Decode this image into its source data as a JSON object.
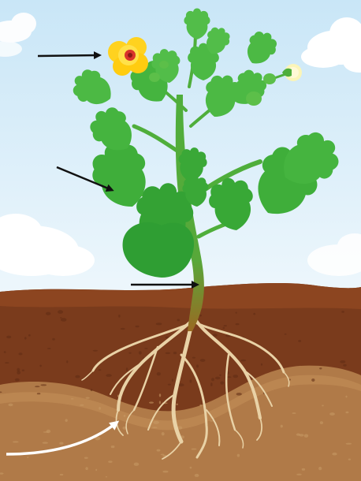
{
  "diagram": {
    "parts": [
      "flower",
      "leaf",
      "stem",
      "root"
    ],
    "arrows": [
      {
        "points_to": "flower",
        "color": "#111111"
      },
      {
        "points_to": "leaf",
        "color": "#111111"
      },
      {
        "points_to": "stem",
        "color": "#111111"
      },
      {
        "points_to": "root",
        "color": "#ffffff"
      }
    ],
    "colors": {
      "sky_top": "#cfe9f8",
      "sky_bottom": "#eaf5fb",
      "topsoil": "#7a3b1c",
      "subsoil": "#b07a48",
      "stem": "#4fae3b",
      "leaf": "#3fae3a",
      "petal": "#ffd21f",
      "flower_center": "#d9342b",
      "root": "#e9d2a6"
    }
  }
}
